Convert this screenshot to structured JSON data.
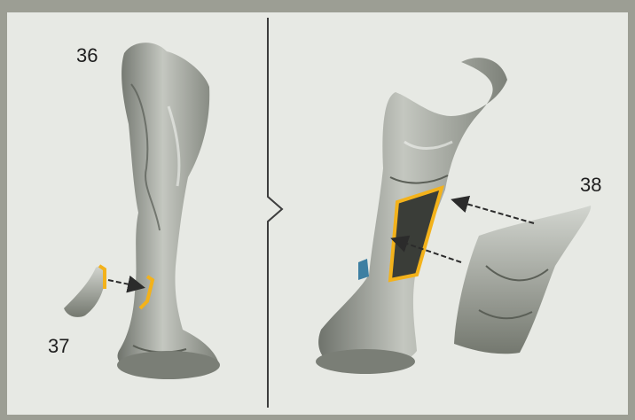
{
  "labels": {
    "part_36": "36",
    "part_37": "37",
    "part_38": "38"
  },
  "colors": {
    "background": "#e7e9e4",
    "border": "#9c9e94",
    "part": "#a7aba3",
    "glue": "#f3b21b",
    "divider": "#3d3d3d",
    "arrow": "#2b2b2b"
  },
  "icons": [
    "dashed-arrow-icon"
  ]
}
